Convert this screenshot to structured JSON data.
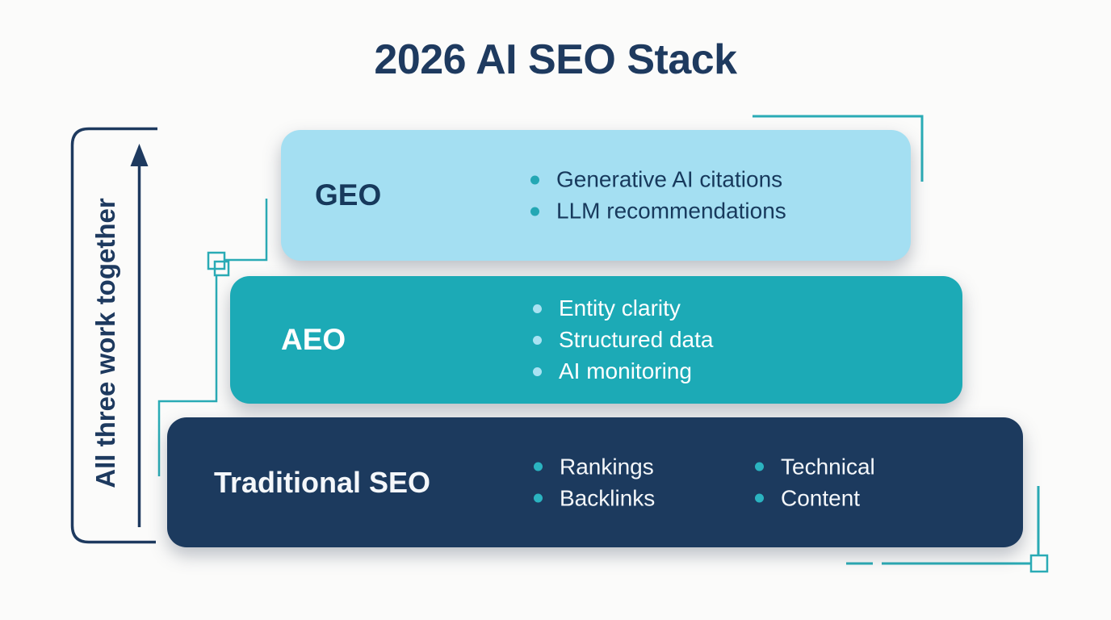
{
  "title": "2026 AI SEO Stack",
  "side_note": {
    "label": "All three work together"
  },
  "stack": {
    "layers": [
      {
        "label": "GEO",
        "color": "#a4dff2",
        "text_color": "#17395c",
        "bullet_dot_color": "#23a7b4",
        "bullets": [
          "Generative AI citations",
          "LLM recommendations"
        ]
      },
      {
        "label": "AEO",
        "color": "#1caab6",
        "text_color": "#ffffff",
        "bullet_dot_color": "#a9e2f2",
        "bullets": [
          "Entity clarity",
          "Structured data",
          "AI monitoring"
        ]
      },
      {
        "label": "Traditional SEO",
        "color": "#1c3a5e",
        "text_color": "#f4f7fa",
        "bullet_dot_color": "#2bb3c0",
        "bullet_columns": [
          [
            "Rankings",
            "Backlinks"
          ],
          [
            "Technical",
            "Content"
          ]
        ]
      }
    ]
  },
  "decor": {
    "accent_line_color": "#2aabb5",
    "bracket_arrow_color": "#1e3a5f"
  }
}
